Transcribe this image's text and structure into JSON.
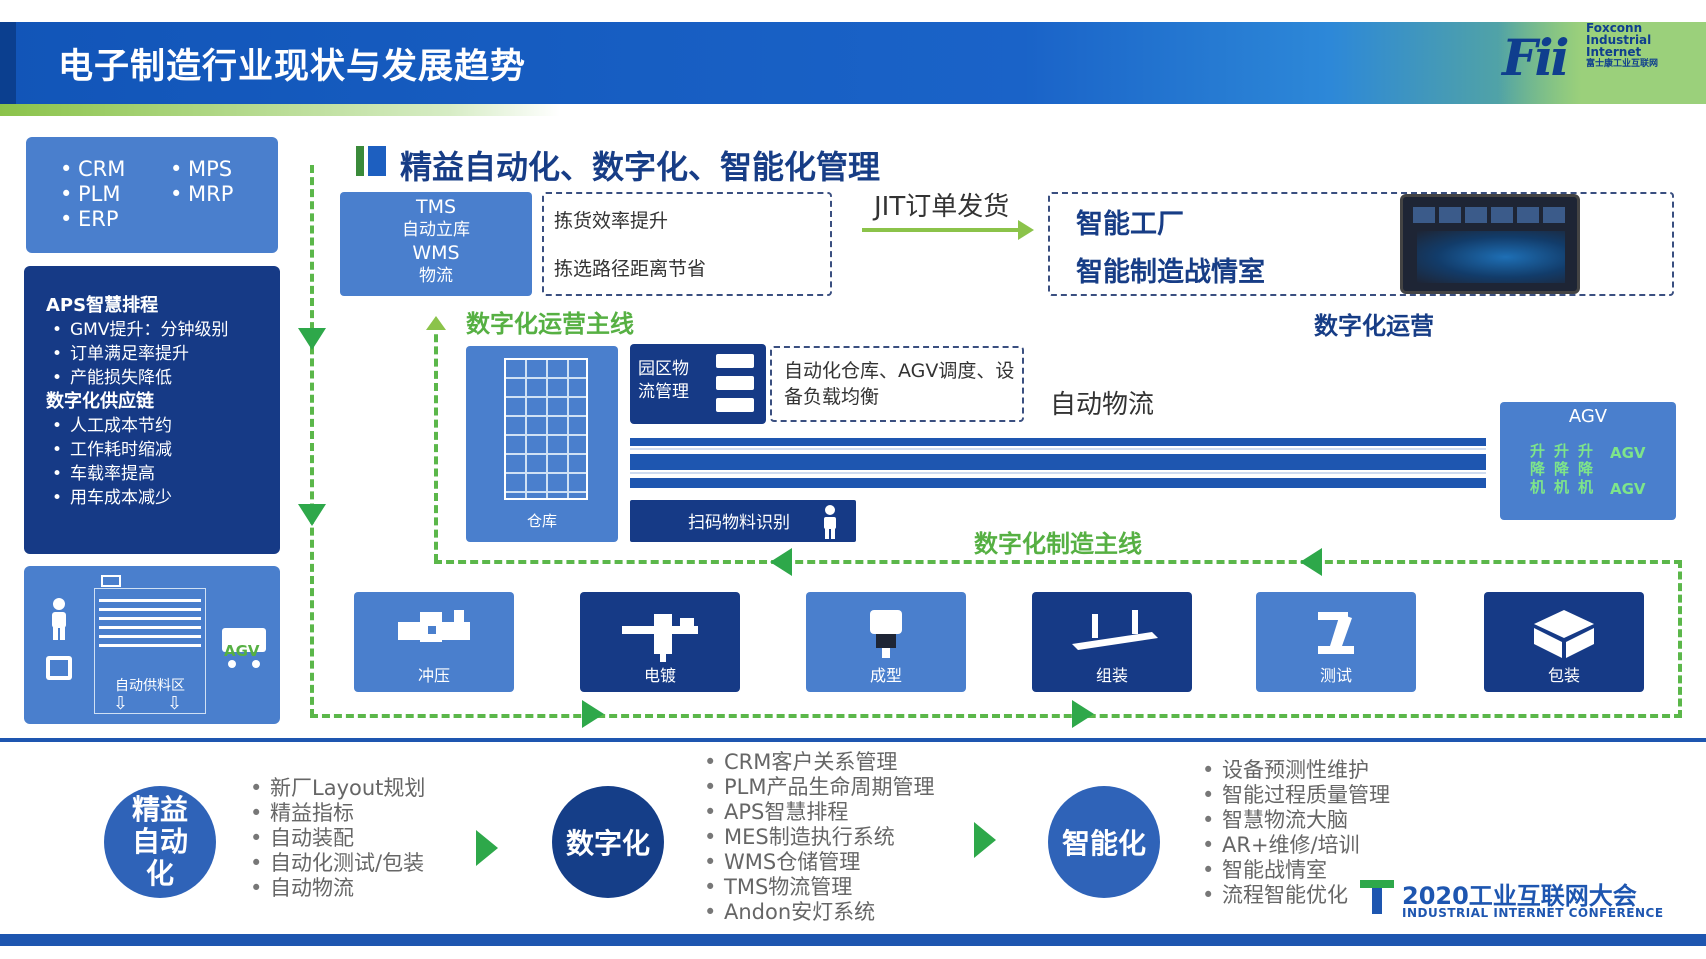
{
  "header": {
    "title": "电子制造行业现状与发展趋势",
    "logo_mark": "Fii",
    "logo_line1": "Foxconn",
    "logo_line2": "Industrial",
    "logo_line3": "Internet",
    "logo_cn": "富士康工业互联网"
  },
  "left": {
    "systems_col1": [
      "CRM",
      "PLM",
      "ERP"
    ],
    "systems_col2": [
      "MPS",
      "MRP"
    ],
    "aps_title": "APS智慧排程",
    "aps_items": [
      "GMV提升：分钟级别",
      "订单满足率提升",
      "产能损失降低"
    ],
    "supply_title": "数字化供应链",
    "supply_items": [
      "人工成本节约",
      "工作耗时缩减",
      "车载率提高",
      "用车成本减少"
    ],
    "supply_area": "自动供料区",
    "agv": "AGV"
  },
  "main": {
    "section_title": "精益自动化、数字化、智能化管理",
    "tms_lines": [
      "TMS",
      "自动立库",
      "WMS",
      "物流"
    ],
    "picking1": "拣货效率提升",
    "picking2": "拣选路径距离节省",
    "jit": "JIT订单发货",
    "smart_factory": "智能工厂",
    "war_room": "智能制造战情室",
    "digital_ops": "数字化运营",
    "ops_mainline": "数字化运营主线",
    "warehouse": "仓库",
    "park_logistics": "园区物流管理",
    "auto_wh": "自动化仓库、AGV调度、设备负载均衡",
    "auto_logistics": "自动物流",
    "scan": "扫码物料识别",
    "agv_title": "AGV",
    "lift": [
      "升降机",
      "升降机",
      "升降机"
    ],
    "agv_small": "AGV",
    "mfg_mainline": "数字化制造主线",
    "processes": [
      "冲压",
      "电镀",
      "成型",
      "组装",
      "测试",
      "包装"
    ]
  },
  "bottom": {
    "stage1": "精益自动化",
    "stage1_items": [
      "新厂Layout规划",
      "精益指标",
      "自动装配",
      "自动化测试/包装",
      "自动物流"
    ],
    "stage2": "数字化",
    "stage2_items": [
      "CRM客户关系管理",
      "PLM产品生命周期管理",
      "APS智慧排程",
      "MES制造执行系统",
      "WMS仓储管理",
      "TMS物流管理",
      "Andon安灯系统"
    ],
    "stage3": "智能化",
    "stage3_items": [
      "设备预测性维护",
      "智能过程质量管理",
      "智慧物流大脑",
      "AR+维修/培训",
      "智能战情室",
      "流程智能优化"
    ],
    "conf_logo_cn": "2020工业互联网大会",
    "conf_logo_en": "INDUSTRIAL INTERNET CONFERENCE"
  },
  "colors": {
    "navy": "#163a86",
    "blue": "#4a7fcd",
    "green": "#5bb74a",
    "arrow_green": "#2ea84a"
  }
}
